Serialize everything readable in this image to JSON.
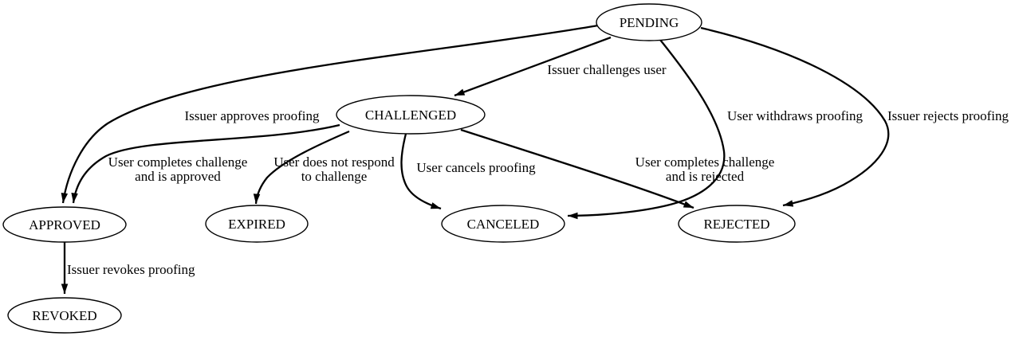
{
  "diagram": {
    "type": "state-transition-diagram",
    "background_color": "#ffffff",
    "stroke_color": "#000000",
    "nodes": {
      "pending": {
        "label": "PENDING"
      },
      "challenged": {
        "label": "CHALLENGED"
      },
      "approved": {
        "label": "APPROVED"
      },
      "expired": {
        "label": "EXPIRED"
      },
      "canceled": {
        "label": "CANCELED"
      },
      "rejected": {
        "label": "REJECTED"
      },
      "revoked": {
        "label": "REVOKED"
      }
    },
    "edges": {
      "pending_challenged": {
        "from": "PENDING",
        "to": "CHALLENGED",
        "label": "Issuer challenges user"
      },
      "pending_approved": {
        "from": "PENDING",
        "to": "APPROVED",
        "label": "Issuer approves proofing"
      },
      "pending_canceled": {
        "from": "PENDING",
        "to": "CANCELED",
        "label": "User withdraws proofing"
      },
      "pending_rejected": {
        "from": "PENDING",
        "to": "REJECTED",
        "label": "Issuer rejects proofing"
      },
      "challenged_approved": {
        "from": "CHALLENGED",
        "to": "APPROVED",
        "label_line1": "User completes challenge",
        "label_line2": "and is approved"
      },
      "challenged_expired": {
        "from": "CHALLENGED",
        "to": "EXPIRED",
        "label_line1": "User does not respond",
        "label_line2": "to challenge"
      },
      "challenged_canceled": {
        "from": "CHALLENGED",
        "to": "CANCELED",
        "label": "User cancels proofing"
      },
      "challenged_rejected": {
        "from": "CHALLENGED",
        "to": "REJECTED",
        "label_line1": "User completes challenge",
        "label_line2": "and is rejected"
      },
      "approved_revoked": {
        "from": "APPROVED",
        "to": "REVOKED",
        "label": "Issuer revokes proofing"
      }
    }
  }
}
